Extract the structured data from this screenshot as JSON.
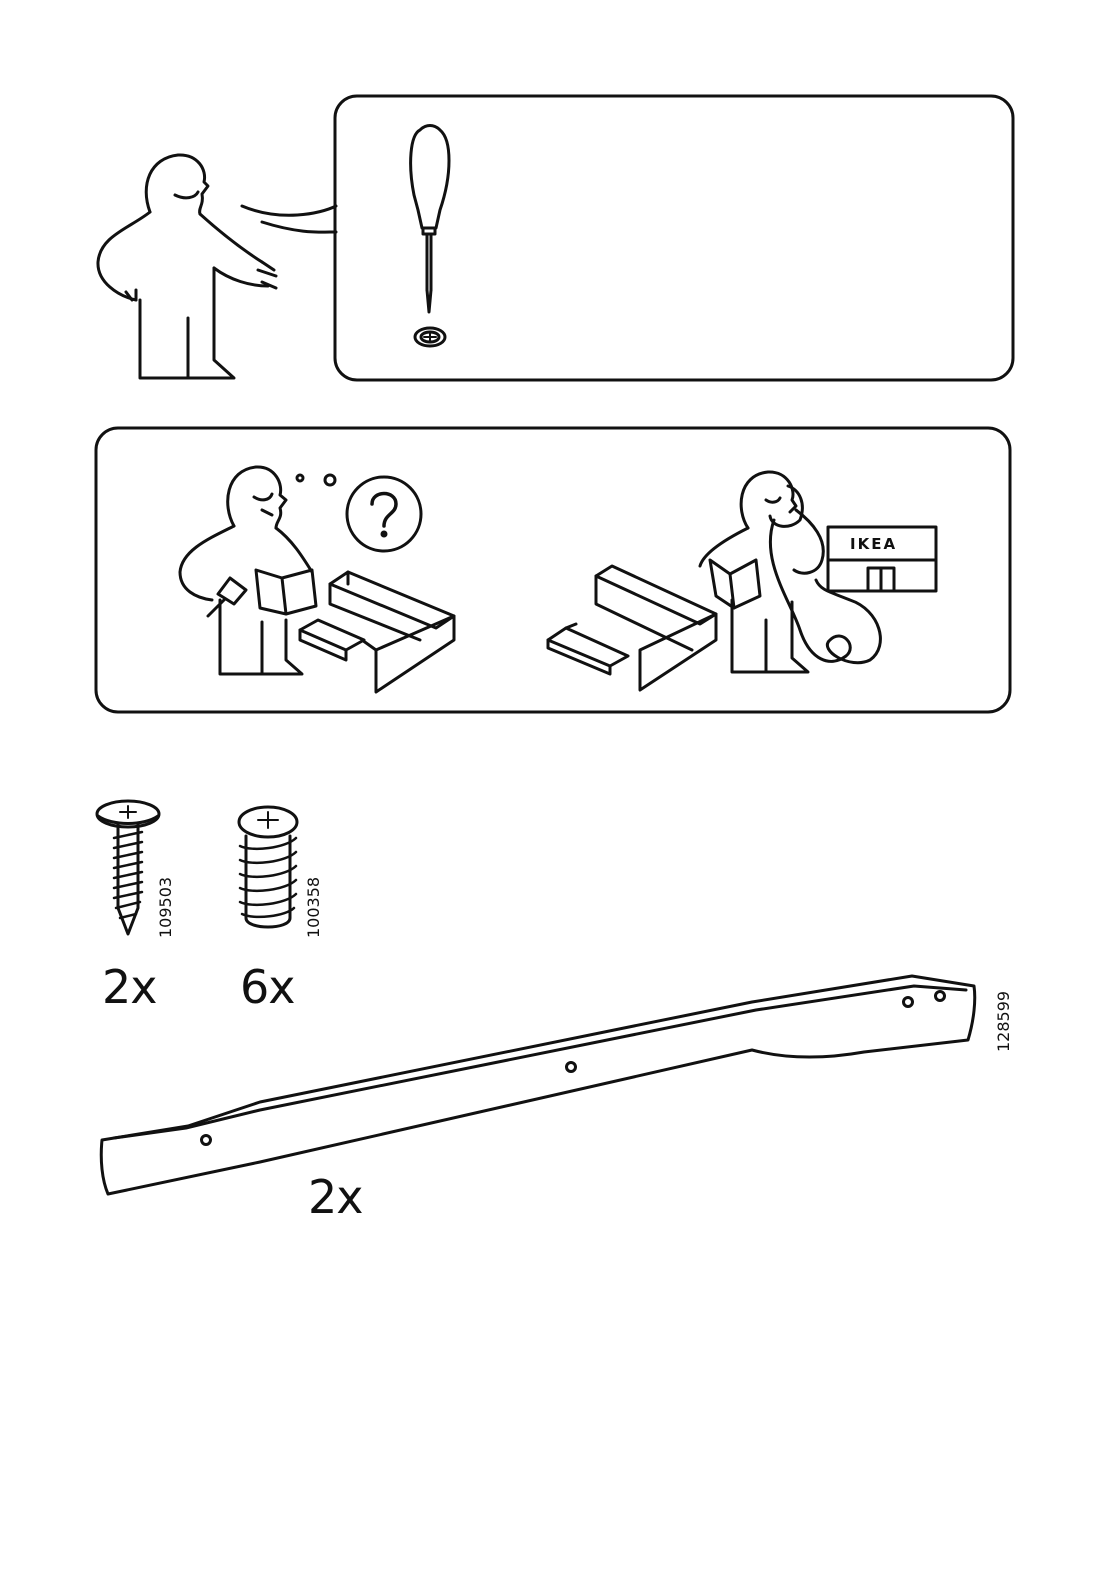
{
  "tools": [
    {
      "icon": "phillips-screwdriver-icon"
    }
  ],
  "help_panel": {
    "store_sign": "IKEA"
  },
  "parts": [
    {
      "id": "screw-small",
      "part_number": "109503",
      "quantity": "2x",
      "icon": "wood-screw-icon"
    },
    {
      "id": "screw-large",
      "part_number": "100358",
      "quantity": "6x",
      "icon": "coarse-screw-icon"
    },
    {
      "id": "rail",
      "part_number": "128599",
      "quantity": "2x",
      "icon": "metal-rail-icon"
    }
  ],
  "colors": {
    "ink": "#111111",
    "paper": "#ffffff"
  }
}
